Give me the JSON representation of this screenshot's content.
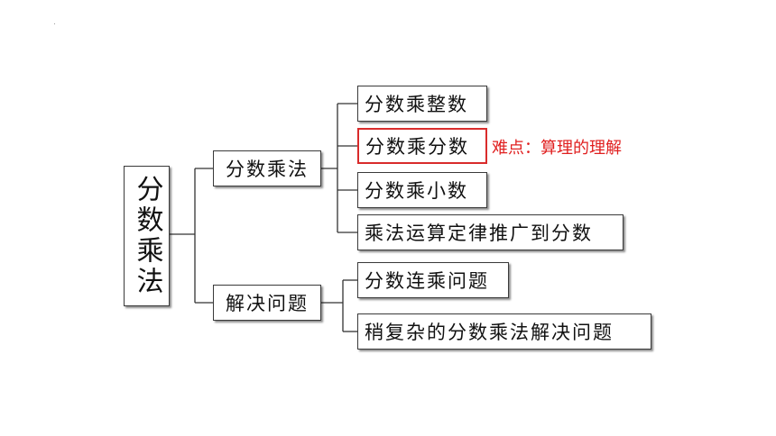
{
  "root": {
    "label": "分数乘法"
  },
  "branches": [
    {
      "label": "分数乘法",
      "children": [
        {
          "label": "分数乘整数"
        },
        {
          "label": "分数乘分数",
          "highlight": true,
          "note": "难点：算理的理解"
        },
        {
          "label": "分数乘小数"
        },
        {
          "label": "乘法运算定律推广到分数"
        }
      ]
    },
    {
      "label": "解决问题",
      "children": [
        {
          "label": "分数连乘问题"
        },
        {
          "label": "稍复杂的分数乘法解决问题"
        }
      ]
    }
  ],
  "colors": {
    "highlight": "#d92b2b",
    "note": "#e02020",
    "line": "#333333"
  }
}
